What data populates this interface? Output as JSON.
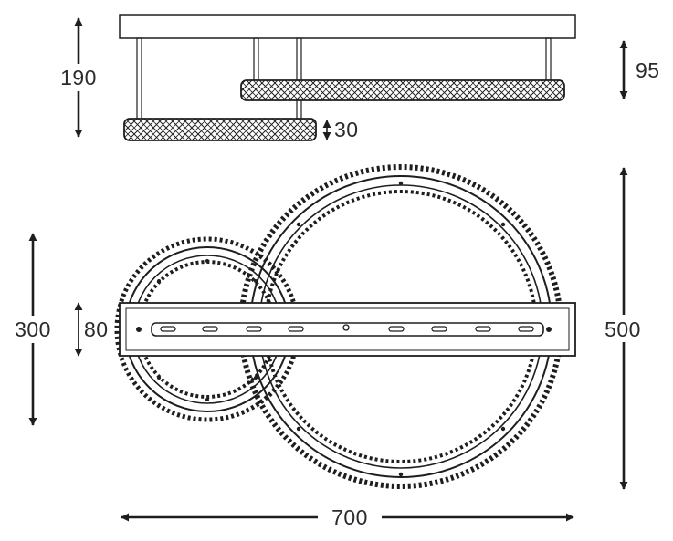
{
  "colors": {
    "line": "#1e1e1e",
    "text": "#2b2b2b",
    "background": "#ffffff"
  },
  "dimensions": {
    "total_height": "190",
    "lower_ring_offset": "95",
    "ring_thickness": "30",
    "small_ring": "300",
    "bar_width": "80",
    "large_ring": "500",
    "total_width": "700"
  }
}
